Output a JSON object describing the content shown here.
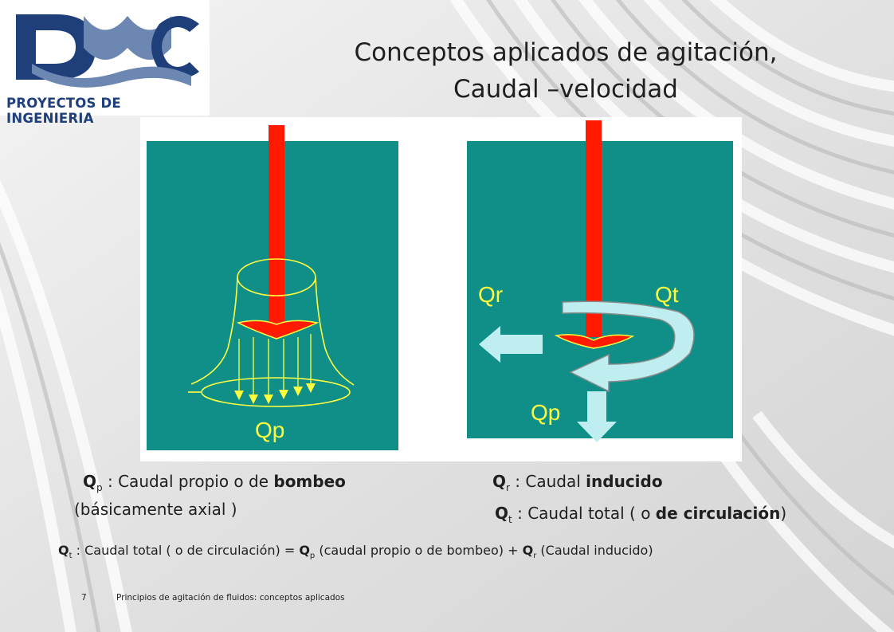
{
  "logo": {
    "text": "PROYECTOS DE INGENIERIA",
    "mark": "DMC"
  },
  "title": {
    "line1": "Conceptos aplicados de agitación,",
    "line2": "Caudal –velocidad"
  },
  "figure": {
    "left_label_qp": "Qp",
    "right_label_qr": "Qr",
    "right_label_qt": "Qt",
    "right_label_qp": "Qp",
    "colors": {
      "tank": "#0f8f88",
      "shaft": "#ff1a00",
      "flow_lines": "#ffff40",
      "arrow_fill": "#bfeef0"
    }
  },
  "captions": {
    "qp_symbol": "Q",
    "qp_sub": "p",
    "qp_text": " : Caudal propio o de ",
    "qp_bold": "bombeo",
    "qp_line2": "(básicamente axial )",
    "qr_symbol": "Q",
    "qr_sub": "r",
    "qr_text": " : Caudal ",
    "qr_bold": "inducido",
    "qt_symbol": "Q",
    "qt_sub": "t",
    "qt_text": " : Caudal total ( o ",
    "qt_bold": "de circulación",
    "qt_close": ")"
  },
  "formula": {
    "qt_symbol": "Q",
    "qt_sub": "t",
    "qt_text": " : Caudal total ( o de circulación)  = ",
    "qp_symbol": "Q",
    "qp_sub": "p",
    "qp_text": " (caudal propio o de bombeo) + ",
    "qr_symbol": "Q",
    "qr_sub": "r",
    "qr_text": " (Caudal inducido)"
  },
  "footer": {
    "page": "7",
    "text": "Principios de agitación de fluidos: conceptos aplicados"
  }
}
